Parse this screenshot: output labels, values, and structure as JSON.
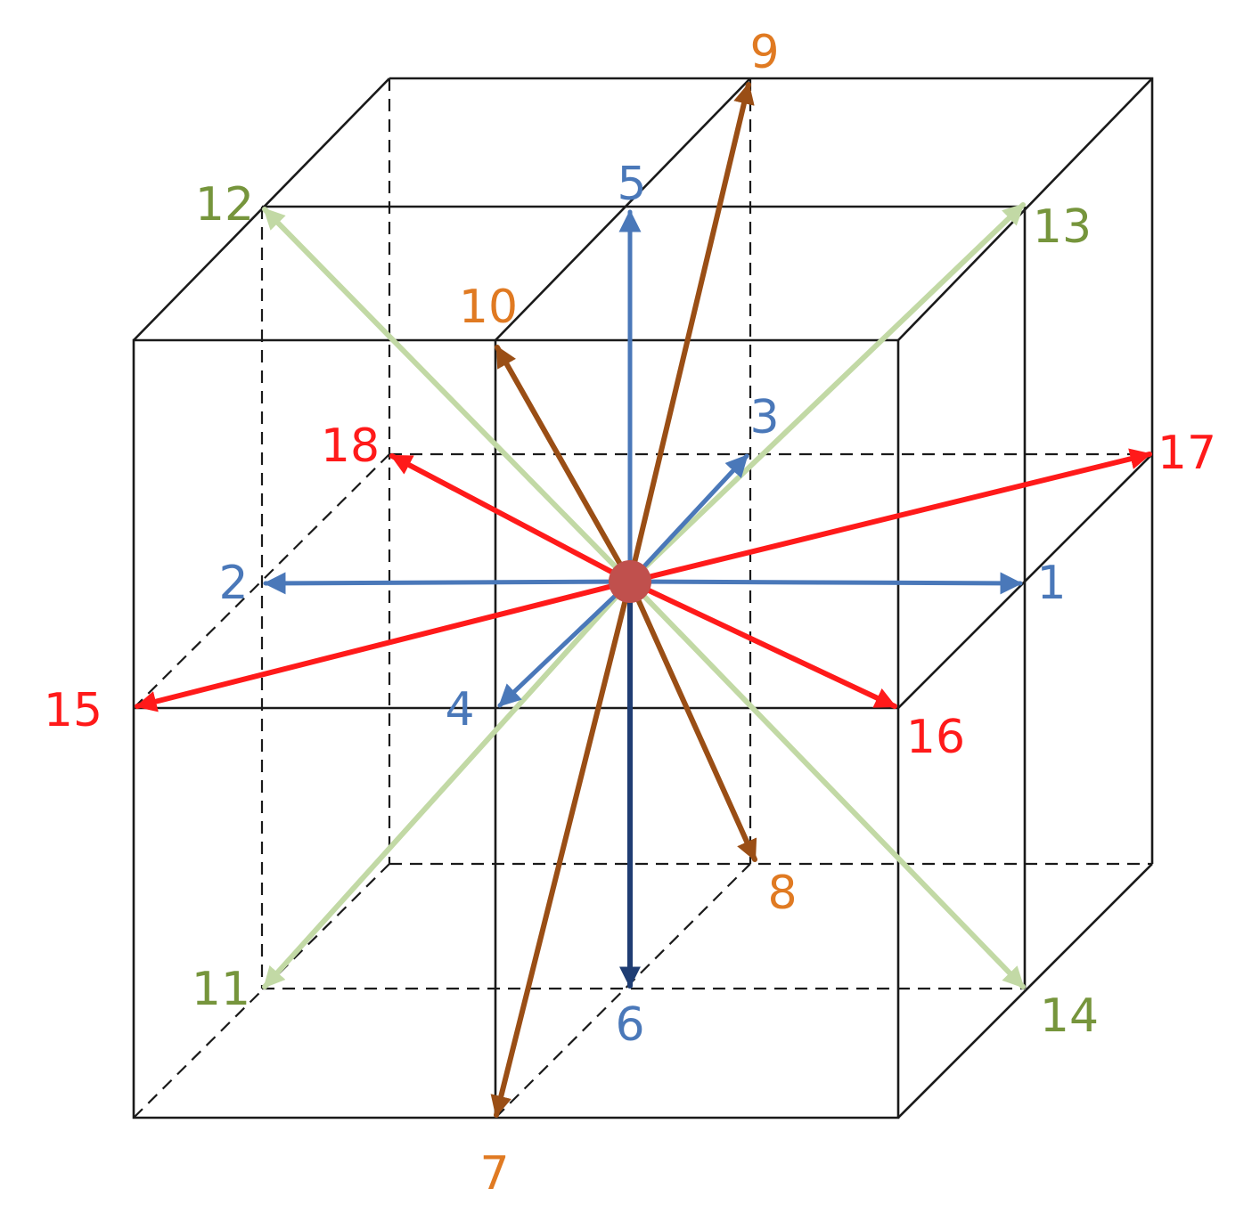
{
  "colors": {
    "axis": "#4a78b9",
    "axis_down": "#1f3d73",
    "brown": "#9a4e15",
    "orange_label": "#e07a22",
    "face_diag": "#ff1a1a",
    "green_arrow": "#c2d9a5",
    "green_label": "#76953c",
    "center": "#c0504d",
    "edge": "#1a1a1a"
  },
  "vectors": [
    {
      "id": "1",
      "label": "1",
      "group": "axis"
    },
    {
      "id": "2",
      "label": "2",
      "group": "axis"
    },
    {
      "id": "3",
      "label": "3",
      "group": "axis"
    },
    {
      "id": "4",
      "label": "4",
      "group": "axis"
    },
    {
      "id": "5",
      "label": "5",
      "group": "axis"
    },
    {
      "id": "6",
      "label": "6",
      "group": "axis_down"
    },
    {
      "id": "7",
      "label": "7",
      "group": "brown"
    },
    {
      "id": "8",
      "label": "8",
      "group": "brown"
    },
    {
      "id": "9",
      "label": "9",
      "group": "brown"
    },
    {
      "id": "10",
      "label": "10",
      "group": "brown"
    },
    {
      "id": "11",
      "label": "11",
      "group": "green"
    },
    {
      "id": "12",
      "label": "12",
      "group": "green"
    },
    {
      "id": "13",
      "label": "13",
      "group": "green"
    },
    {
      "id": "14",
      "label": "14",
      "group": "green"
    },
    {
      "id": "15",
      "label": "15",
      "group": "red"
    },
    {
      "id": "16",
      "label": "16",
      "group": "red"
    },
    {
      "id": "17",
      "label": "17",
      "group": "red"
    },
    {
      "id": "18",
      "label": "18",
      "group": "red"
    }
  ]
}
